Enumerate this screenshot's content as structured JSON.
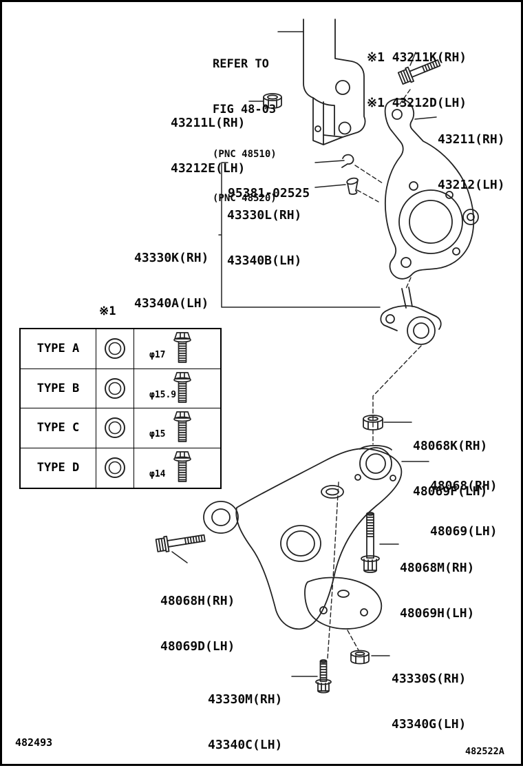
{
  "annotations": {
    "refer_note": {
      "line1": "REFER TO",
      "line2": "FIG 48-03",
      "line3": "(PNC 48510)",
      "line4": "(PNC 48520)"
    },
    "p43211k": {
      "line1": "※1 43211K(RH)",
      "line2": "※1 43212D(LH)"
    },
    "p43211l": {
      "line1": "43211L(RH)",
      "line2": "43212E(LH)"
    },
    "p43211": {
      "line1": "43211(RH)",
      "line2": "43212(LH)"
    },
    "p95381": {
      "line1": "95381-02525"
    },
    "p43330l": {
      "line1": "43330L(RH)",
      "line2": "43340B(LH)"
    },
    "p43330k": {
      "line1": "43330K(RH)",
      "line2": "43340A(LH)"
    },
    "p48068k": {
      "line1": "48068K(RH)",
      "line2": "48069F(LH)"
    },
    "p48068": {
      "line1": "48068(RH)",
      "line2": "48069(LH)"
    },
    "p48068m": {
      "line1": "48068M(RH)",
      "line2": "48069H(LH)"
    },
    "p48068h": {
      "line1": "48068H(RH)",
      "line2": "48069D(LH)"
    },
    "p43330m": {
      "line1": "43330M(RH)",
      "line2": "43340C(LH)"
    },
    "p43330s": {
      "line1": "43330S(RH)",
      "line2": "43340G(LH)"
    }
  },
  "type_table": {
    "note_mark": "※1",
    "rows": [
      {
        "label": "TYPE A",
        "bolt_dia": "φ17"
      },
      {
        "label": "TYPE B",
        "bolt_dia": "φ15.9"
      },
      {
        "label": "TYPE C",
        "bolt_dia": "φ15"
      },
      {
        "label": "TYPE D",
        "bolt_dia": "φ14"
      }
    ]
  },
  "footer": {
    "code_left": "482493",
    "code_right": "482522A"
  },
  "colors": {
    "line": "#222222",
    "background": "#ffffff"
  }
}
